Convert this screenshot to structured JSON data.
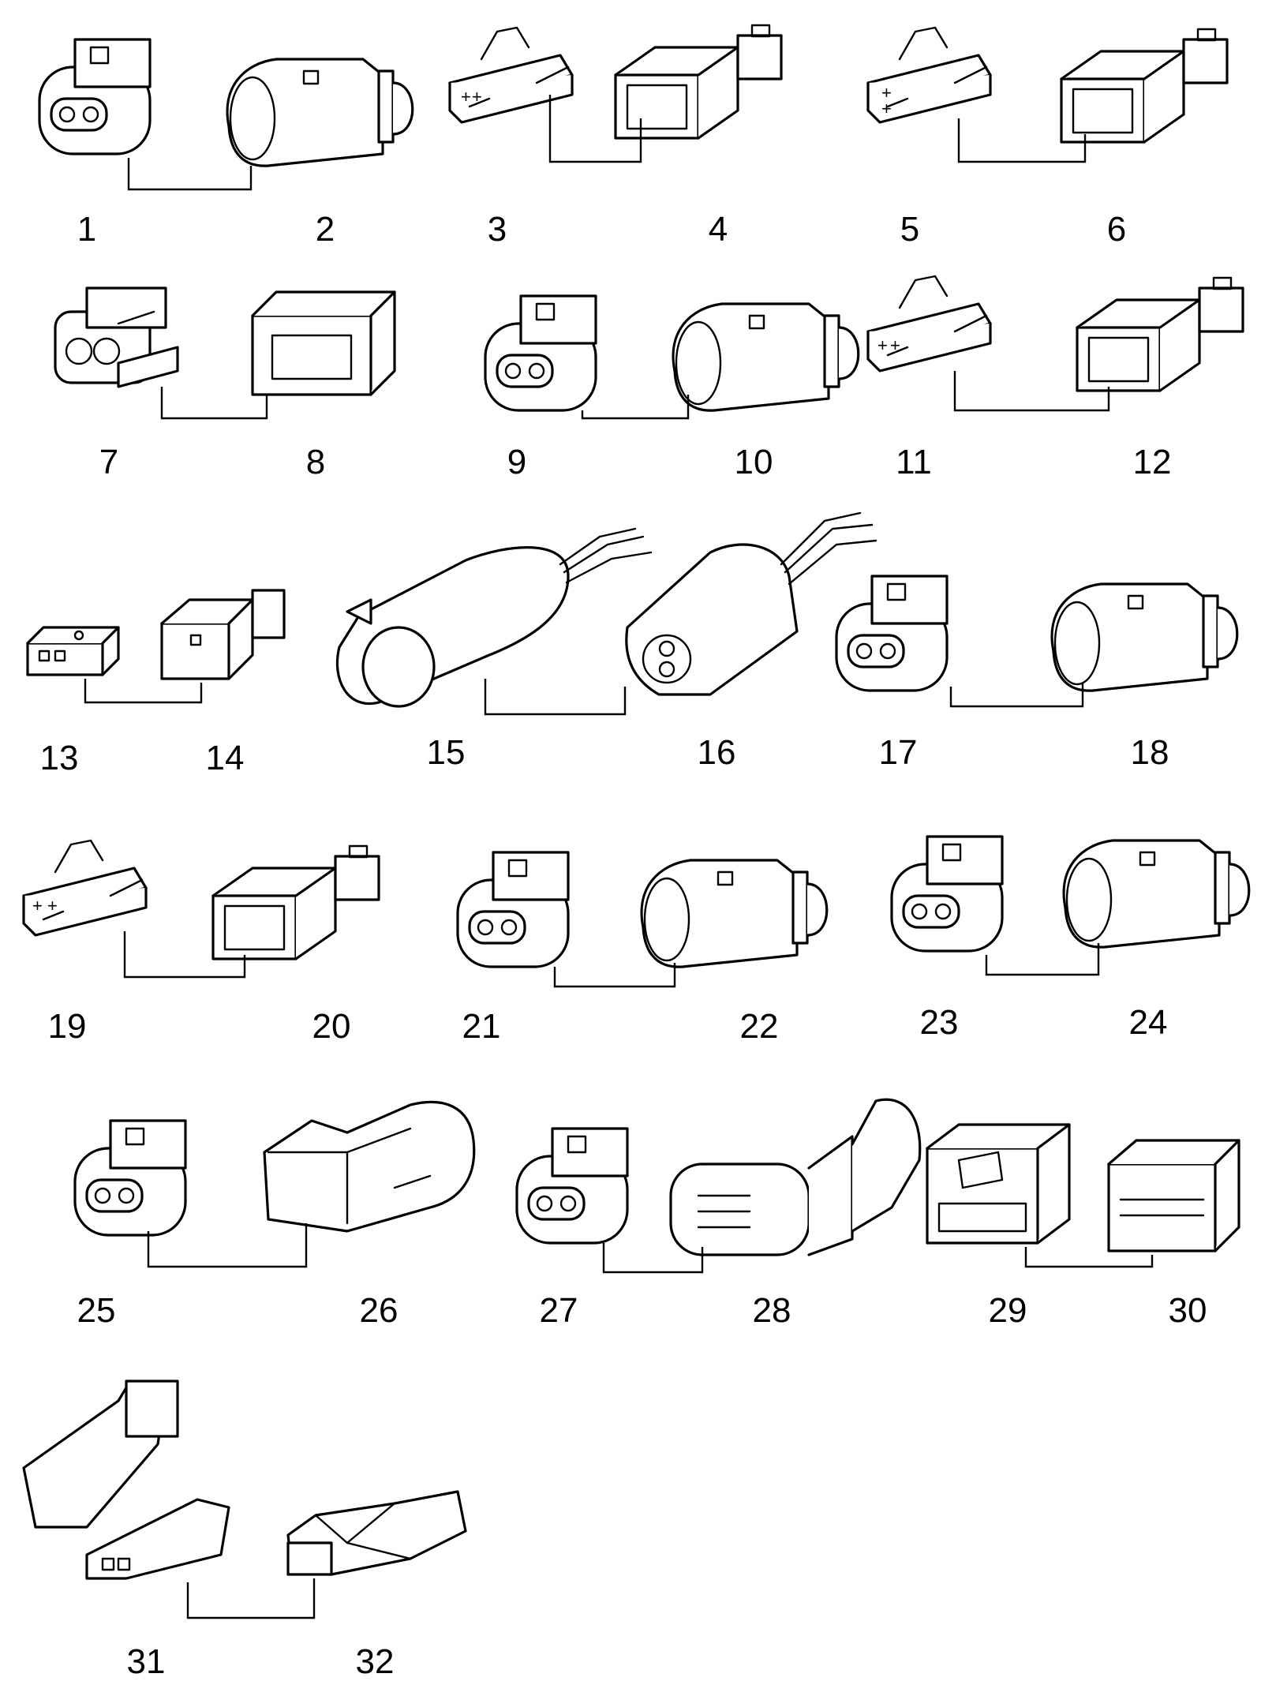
{
  "callout_labels": [
    "1",
    "2",
    "3",
    "4",
    "5",
    "6",
    "7",
    "8",
    "9",
    "10",
    "11",
    "12",
    "13",
    "14",
    "15",
    "16",
    "17",
    "18",
    "19",
    "20",
    "21",
    "22",
    "23",
    "24",
    "25",
    "26",
    "27",
    "28",
    "29",
    "30",
    "31",
    "32"
  ],
  "contact_marks": {
    "plus": "+"
  },
  "ink_color": "#000000",
  "paper_color": "#ffffff"
}
